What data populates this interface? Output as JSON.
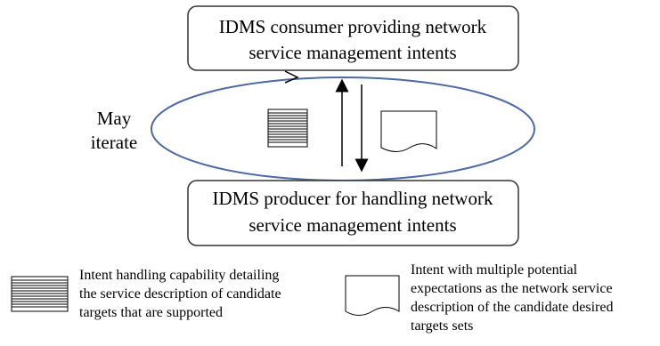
{
  "consumer_box": {
    "line1": "IDMS consumer providing network",
    "line2": "service management intents"
  },
  "producer_box": {
    "line1": "IDMS producer for handling network",
    "line2": "service management intents"
  },
  "iterate_label": {
    "line1": "May",
    "line2": "iterate"
  },
  "legend": {
    "capability": {
      "line1": "Intent handling capability detailing",
      "line2": "the service description of candidate",
      "line3": "targets that are supported"
    },
    "intent": {
      "line1": "Intent with multiple potential",
      "line2": "expectations as the network service",
      "line3": "description of the candidate desired",
      "line4": "targets sets"
    }
  },
  "colors": {
    "ellipse_stroke": "#4a6aa8",
    "box_stroke": "#333333"
  },
  "icons": [
    "capability-document-icon",
    "intent-document-icon",
    "up-arrow-icon",
    "down-arrow-icon"
  ]
}
